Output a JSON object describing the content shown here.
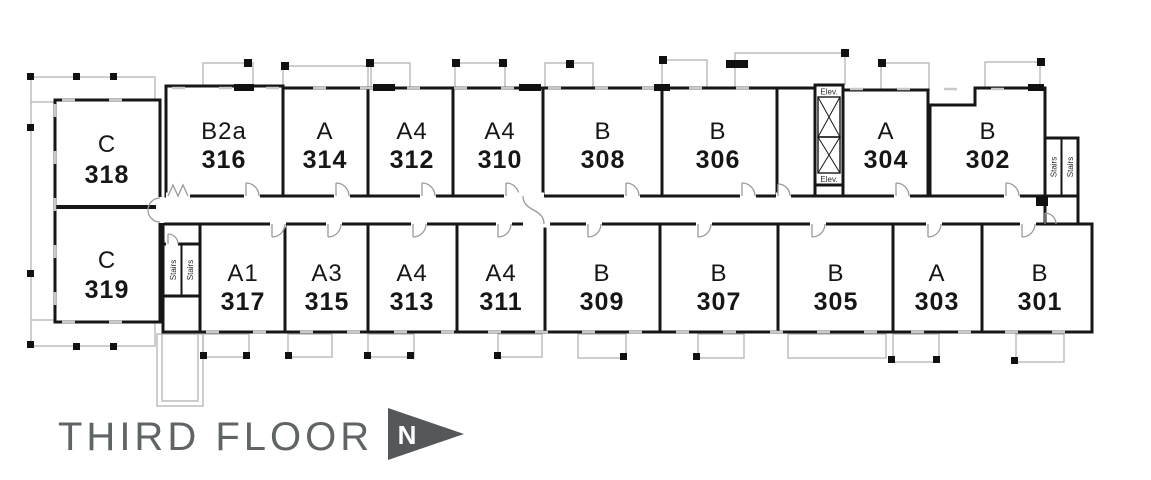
{
  "plan": {
    "floor_title": "THIRD FLOOR",
    "north_label": "N"
  },
  "labels": {
    "elevator": "Elev.",
    "stairs": "Stairs"
  },
  "colors": {
    "highlight": "#b7c2c8",
    "wall": "#161616",
    "title_text": "#5f6466",
    "north_arrow": "#54585a"
  },
  "units": [
    {
      "id": "318",
      "type": "C",
      "number": "318",
      "highlighted": false
    },
    {
      "id": "316",
      "type": "B2a",
      "number": "316",
      "highlighted": false
    },
    {
      "id": "314",
      "type": "A",
      "number": "314",
      "highlighted": false
    },
    {
      "id": "312",
      "type": "A4",
      "number": "312",
      "highlighted": false
    },
    {
      "id": "310",
      "type": "A4",
      "number": "310",
      "highlighted": false
    },
    {
      "id": "308",
      "type": "B",
      "number": "308",
      "highlighted": false
    },
    {
      "id": "306",
      "type": "B",
      "number": "306",
      "highlighted": false
    },
    {
      "id": "304",
      "type": "A",
      "number": "304",
      "highlighted": false
    },
    {
      "id": "302",
      "type": "B",
      "number": "302",
      "highlighted": true
    },
    {
      "id": "319",
      "type": "C",
      "number": "319",
      "highlighted": false
    },
    {
      "id": "317",
      "type": "A1",
      "number": "317",
      "highlighted": false
    },
    {
      "id": "315",
      "type": "A3",
      "number": "315",
      "highlighted": false
    },
    {
      "id": "313",
      "type": "A4",
      "number": "313",
      "highlighted": false
    },
    {
      "id": "311",
      "type": "A4",
      "number": "311",
      "highlighted": false
    },
    {
      "id": "309",
      "type": "B",
      "number": "309",
      "highlighted": false
    },
    {
      "id": "307",
      "type": "B",
      "number": "307",
      "highlighted": false
    },
    {
      "id": "305",
      "type": "B",
      "number": "305",
      "highlighted": false
    },
    {
      "id": "303",
      "type": "A",
      "number": "303",
      "highlighted": false
    },
    {
      "id": "301",
      "type": "B",
      "number": "301",
      "highlighted": false
    }
  ]
}
